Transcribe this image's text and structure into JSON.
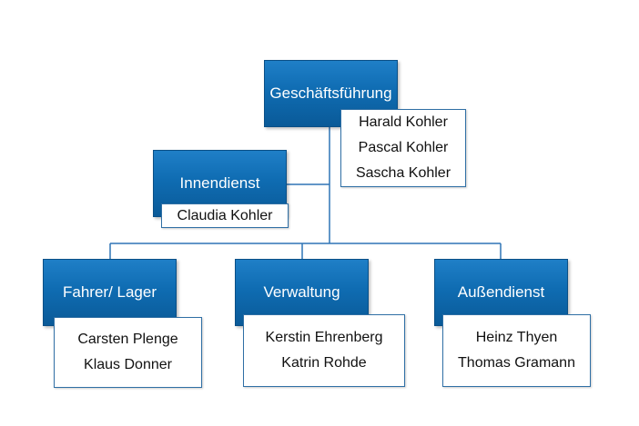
{
  "org_chart": {
    "top": {
      "unit": "Geschäftsführung",
      "people": [
        "Harald Kohler",
        "Pascal Kohler",
        "Sascha Kohler"
      ]
    },
    "assistant": {
      "unit": "Innendienst",
      "people": [
        "Claudia Kohler"
      ]
    },
    "departments": [
      {
        "unit": "Fahrer/ Lager",
        "people": [
          "Carsten Plenge",
          "Klaus Donner"
        ]
      },
      {
        "unit": "Verwaltung",
        "people": [
          "Kerstin Ehrenberg",
          "Katrin Rohde"
        ]
      },
      {
        "unit": "Außendienst",
        "people": [
          "Heinz Thyen",
          "Thomas Gramann"
        ]
      }
    ],
    "colors": {
      "unit_fill": "#0f6cb2",
      "unit_border": "#0a4f86",
      "connector": "#2e74b5",
      "people_border": "#2f6fa5"
    }
  }
}
